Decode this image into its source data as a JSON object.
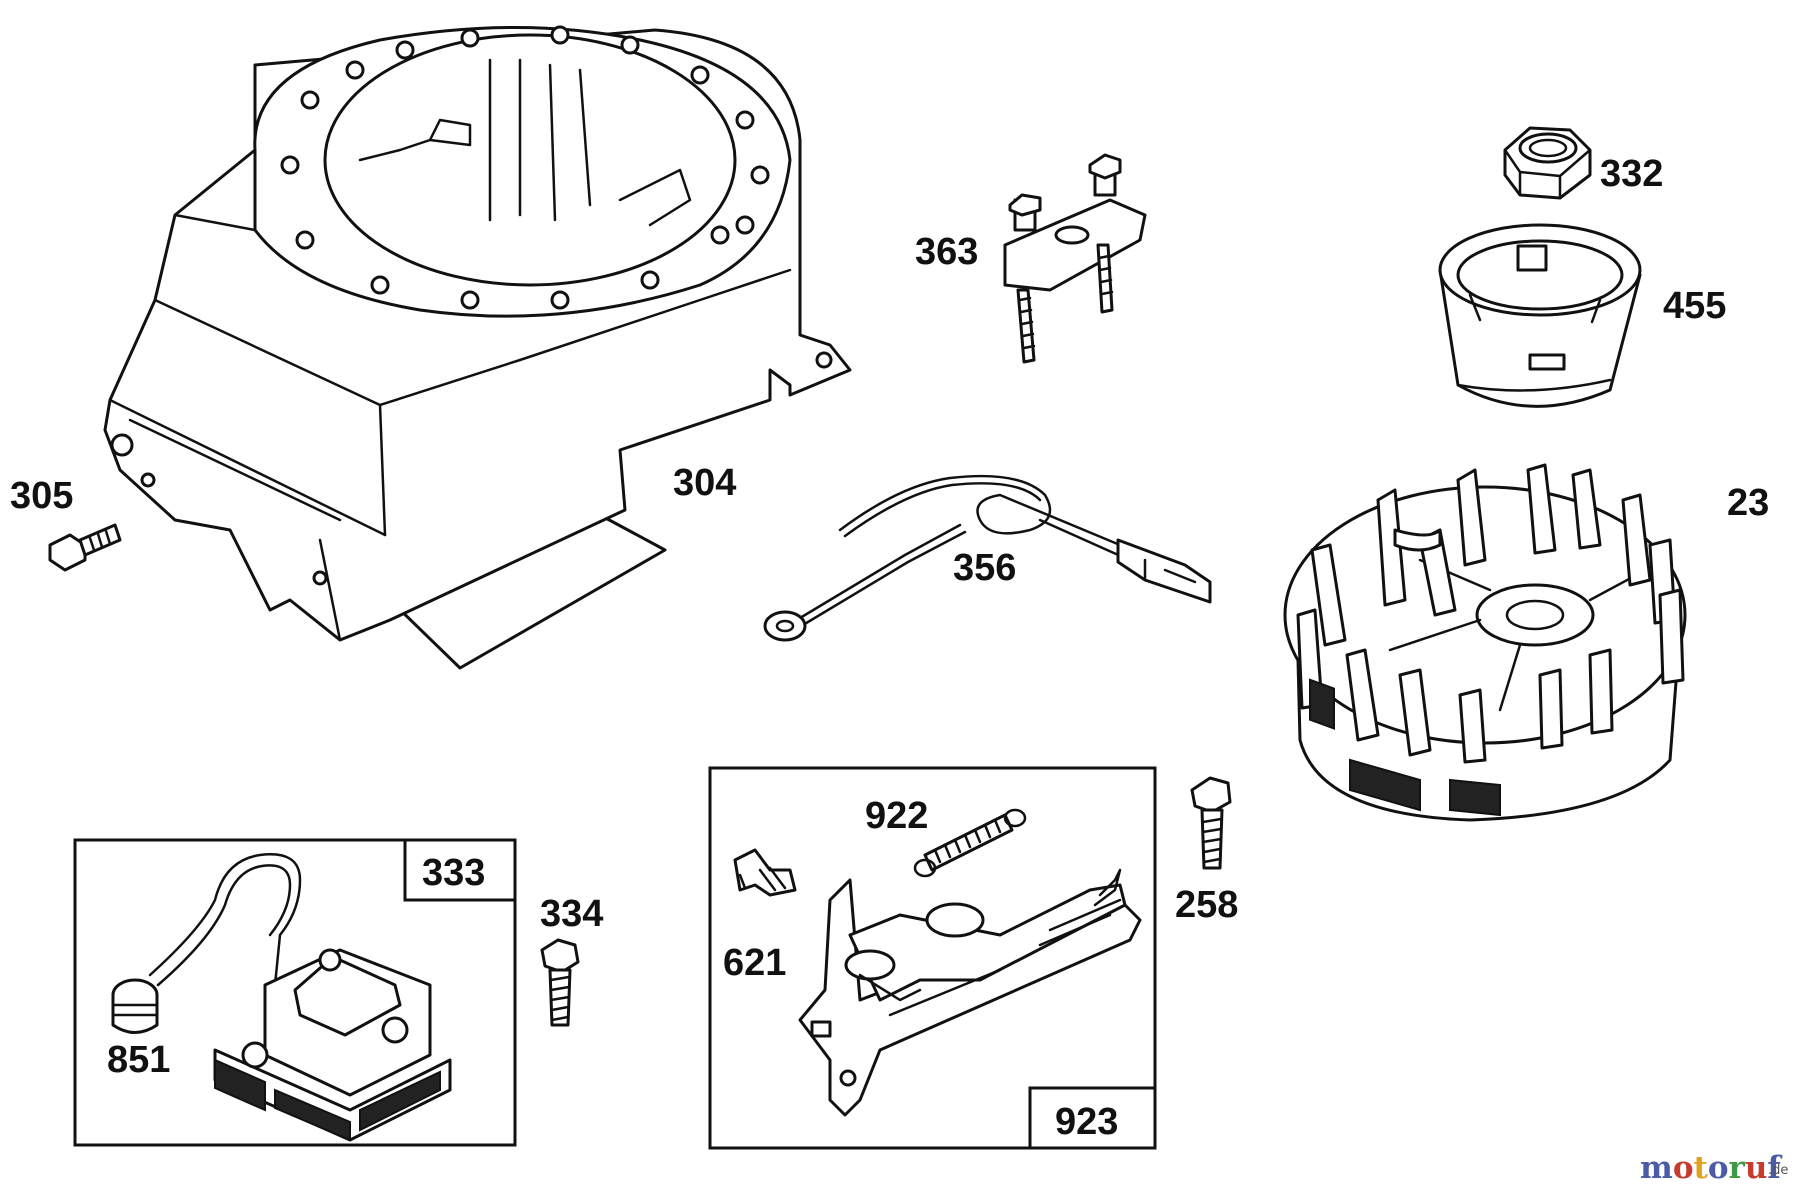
{
  "parts": {
    "p304": "304",
    "p305": "305",
    "p363": "363",
    "p332": "332",
    "p455": "455",
    "p356": "356",
    "p23": "23",
    "p333": "333",
    "p334": "334",
    "p851": "851",
    "p922": "922",
    "p621": "621",
    "p923": "923",
    "p258": "258"
  },
  "watermark": {
    "letters": [
      "m",
      "o",
      "t",
      "o",
      "r",
      "u",
      "f"
    ],
    "letter_colors": [
      "#4b5ba6",
      "#c83a2e",
      "#e0a21f",
      "#4b5ba6",
      "#3f9a45",
      "#c83a2e",
      "#4b5ba6"
    ],
    "suffix": ".de"
  }
}
